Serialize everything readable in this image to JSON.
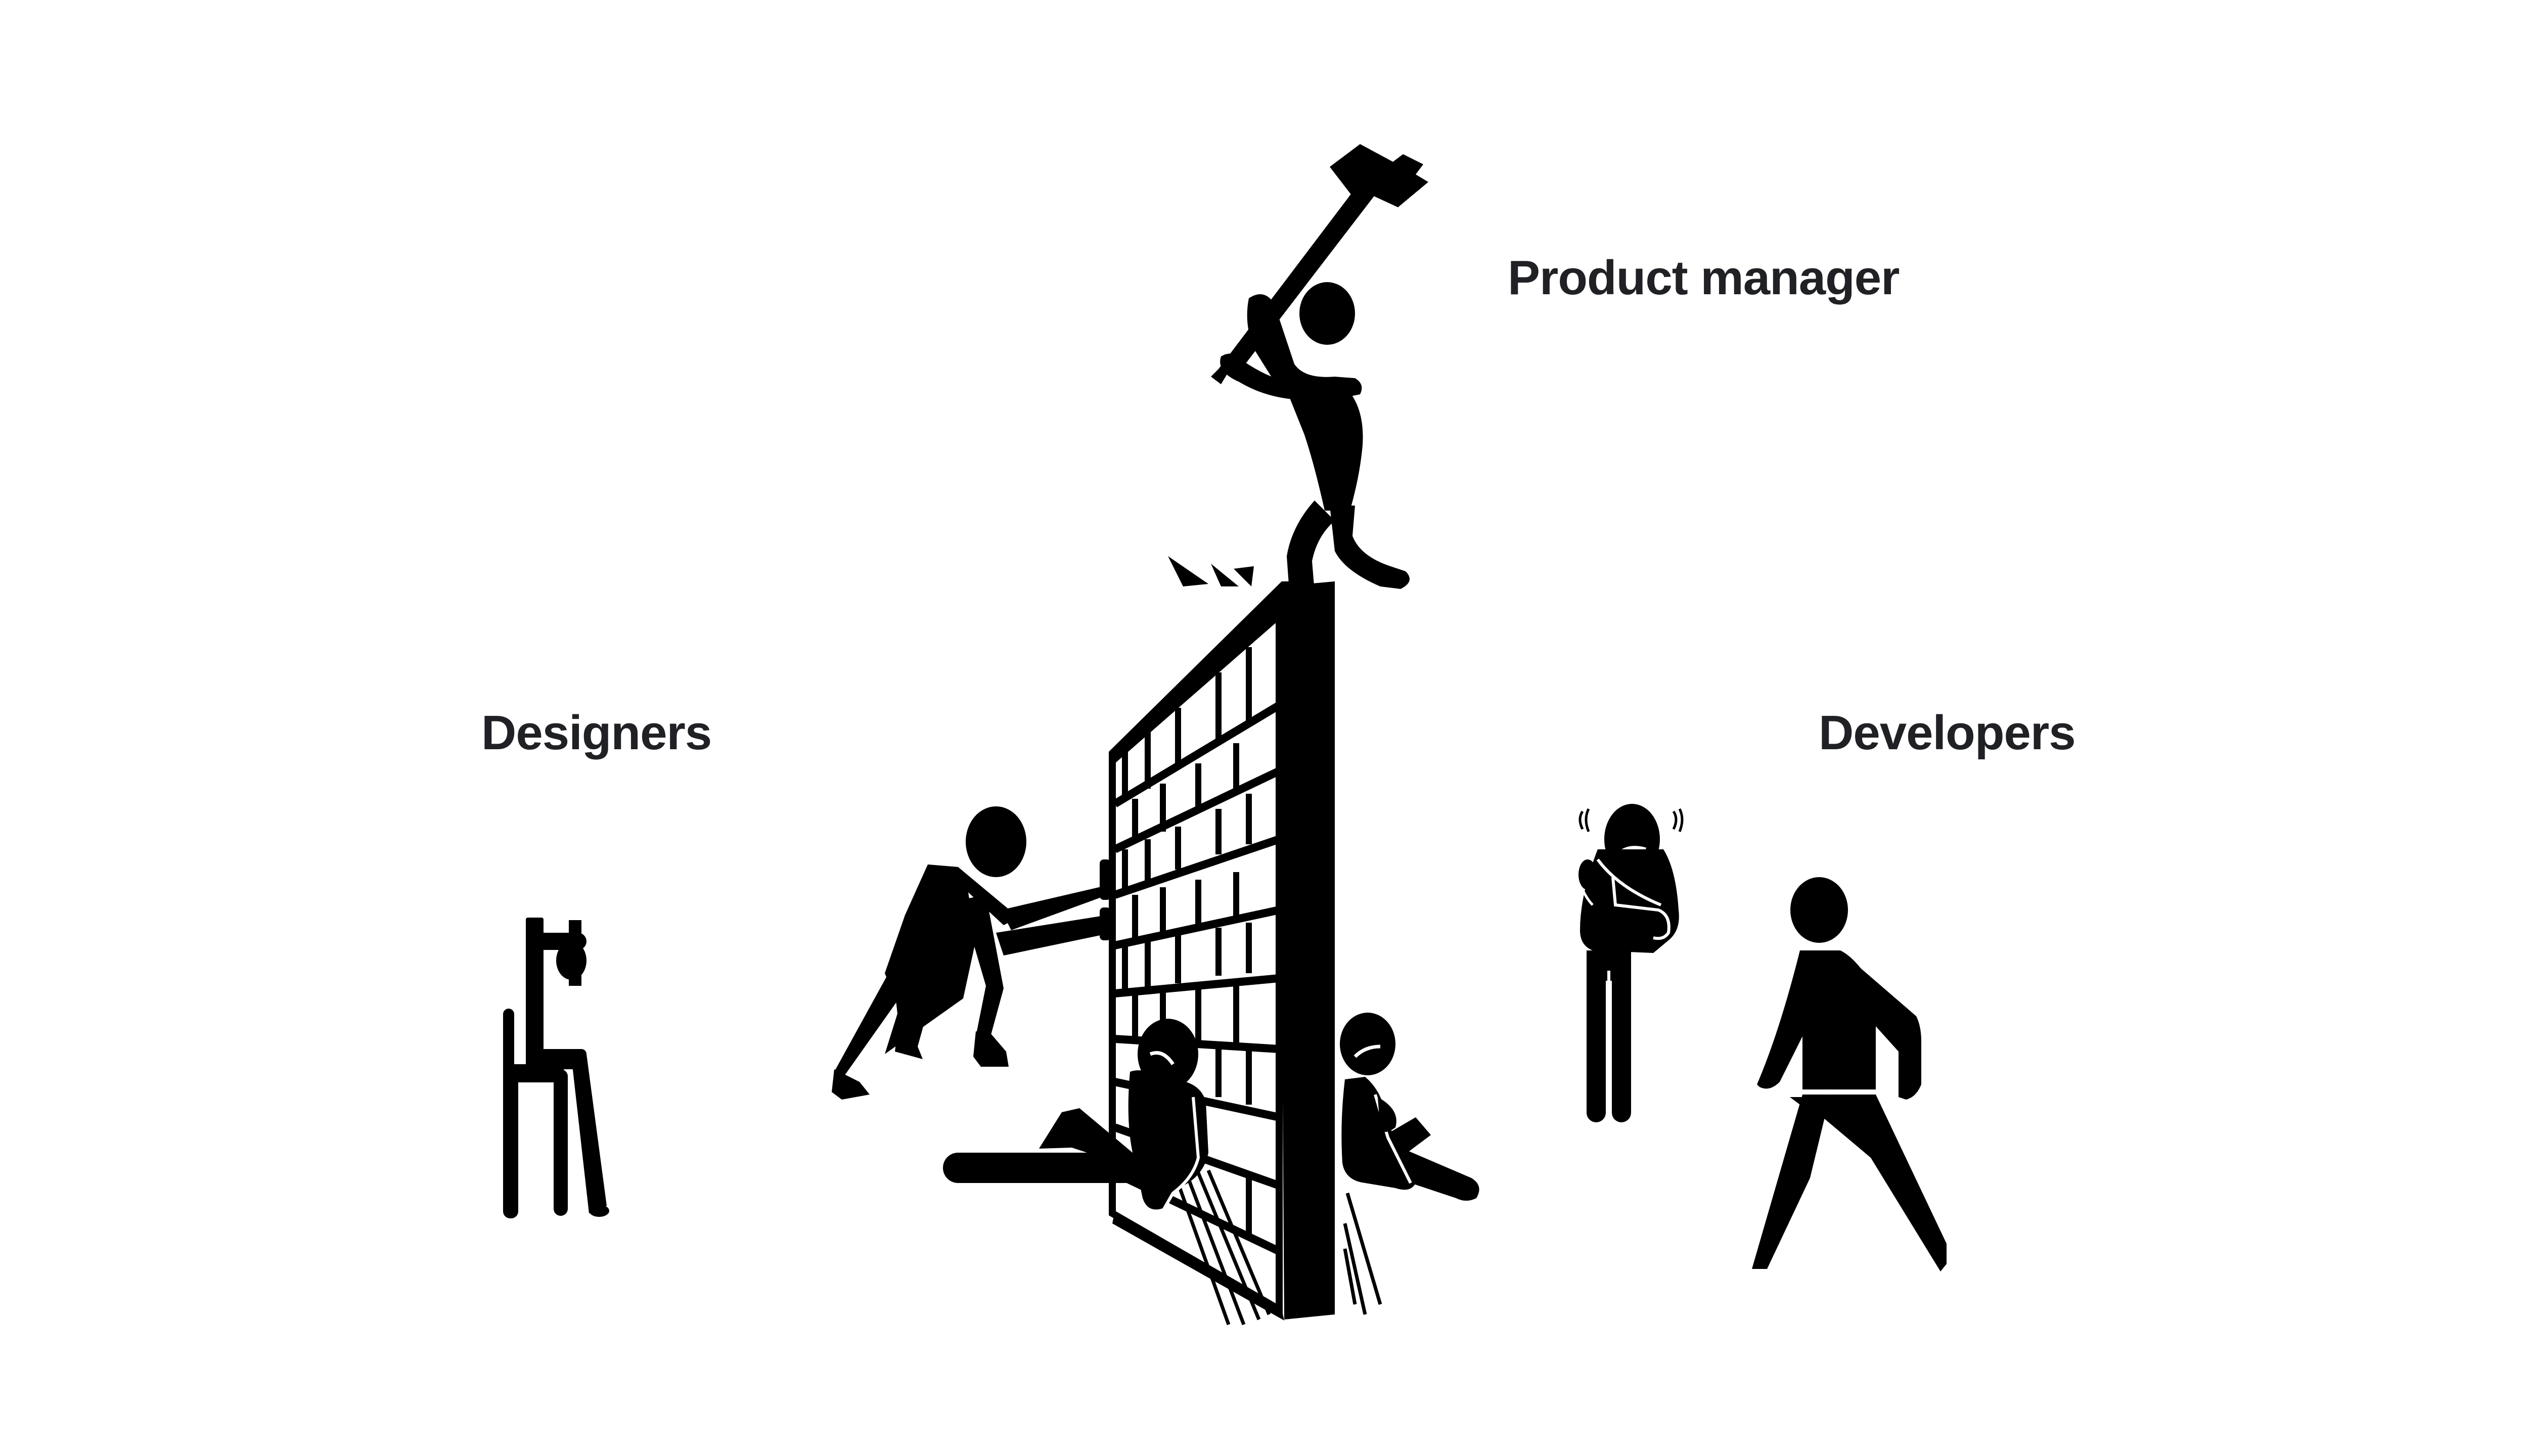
{
  "labels": {
    "product_manager": "Product manager",
    "designers": "Designers",
    "developers": "Developers"
  },
  "figures": [
    {
      "id": "product-manager-figure",
      "icon": "person-swinging-sledgehammer-icon",
      "group": "product_manager"
    },
    {
      "id": "designer-seated-figure",
      "icon": "person-sitting-on-chair-icon",
      "group": "designers"
    },
    {
      "id": "designer-pushing-figure",
      "icon": "person-pushing-wall-icon",
      "group": "designers"
    },
    {
      "id": "designer-sitting-against-wall-figure",
      "icon": "sad-person-sitting-icon",
      "group": "designers"
    },
    {
      "id": "developer-sitting-against-wall-figure",
      "icon": "sad-person-sitting-icon",
      "group": "developers"
    },
    {
      "id": "developer-anxious-figure",
      "icon": "anxious-person-hugging-self-icon",
      "group": "developers"
    },
    {
      "id": "developer-walking-figure",
      "icon": "person-walking-icon",
      "group": "developers"
    }
  ],
  "colors": {
    "background": "#ffffff",
    "ink": "#000000",
    "label_text": "#202124"
  }
}
